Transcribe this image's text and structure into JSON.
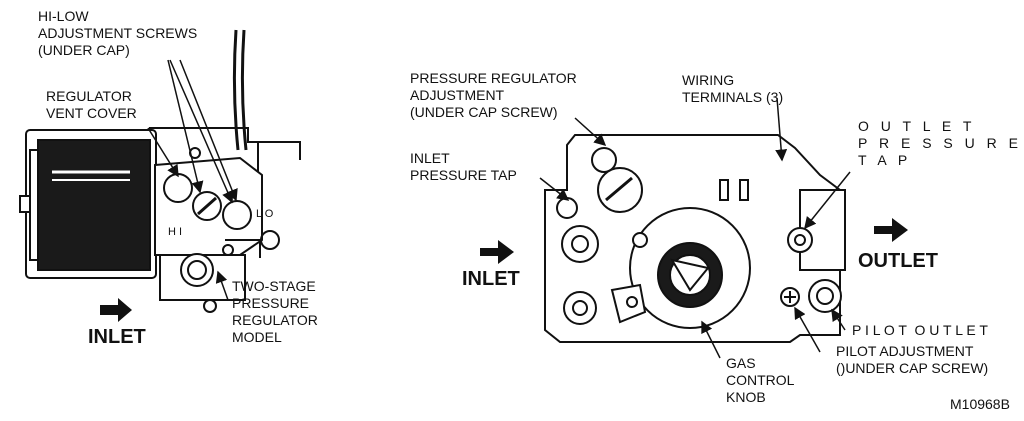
{
  "figure_id": "M10968B",
  "left_model": {
    "labels": {
      "hilow": "HI-LOW\nADJUSTMENT SCREWS\n(UNDER CAP)",
      "vent": "REGULATOR\nVENT COVER",
      "model": "TWO-STAGE\nPRESSURE\nREGULATOR\nMODEL",
      "inlet": "INLET",
      "hi": "H I",
      "lo": "L O"
    }
  },
  "right_model": {
    "labels": {
      "pressure_reg": "PRESSURE REGULATOR\nADJUSTMENT\n(UNDER CAP SCREW)",
      "wiring": "WIRING\nTERMINALS (3)",
      "outlet_tap": "O U T L E T\nP R E S S U R E\nT A P",
      "inlet_tap": "INLET\nPRESSURE TAP",
      "inlet": "INLET",
      "outlet": "OUTLET",
      "pilot_outlet": "P I L O T  O U T L E T",
      "pilot_adj": "PILOT ADJUSTMENT\n()UNDER CAP SCREW)",
      "gas_knob": "GAS\nCONTROL\nKNOB"
    }
  }
}
